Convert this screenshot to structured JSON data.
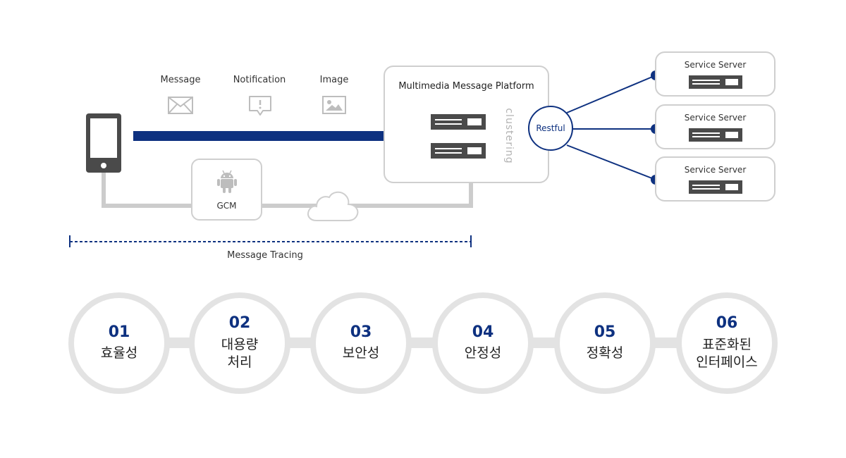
{
  "diagram": {
    "message_labels": [
      "Message",
      "Notification",
      "Image"
    ],
    "platform_title": "Multimedia Message  Platform",
    "clustering_label": "clustering",
    "restful_label": "Restful",
    "gcm_label": "GCM",
    "service_servers": [
      "Service Server",
      "Service Server",
      "Service Server"
    ],
    "tracing_label": "Message Tracing",
    "colors": {
      "navy": "#0e3180",
      "gray_line": "#cccccc",
      "server_dark": "#4a4a4a"
    }
  },
  "steps": [
    {
      "num": "01",
      "line1": "효율성",
      "line2": ""
    },
    {
      "num": "02",
      "line1": "대용량",
      "line2": "처리"
    },
    {
      "num": "03",
      "line1": "보안성",
      "line2": ""
    },
    {
      "num": "04",
      "line1": "안정성",
      "line2": ""
    },
    {
      "num": "05",
      "line1": "정확성",
      "line2": ""
    },
    {
      "num": "06",
      "line1": "표준화된",
      "line2": "인터페이스"
    }
  ]
}
